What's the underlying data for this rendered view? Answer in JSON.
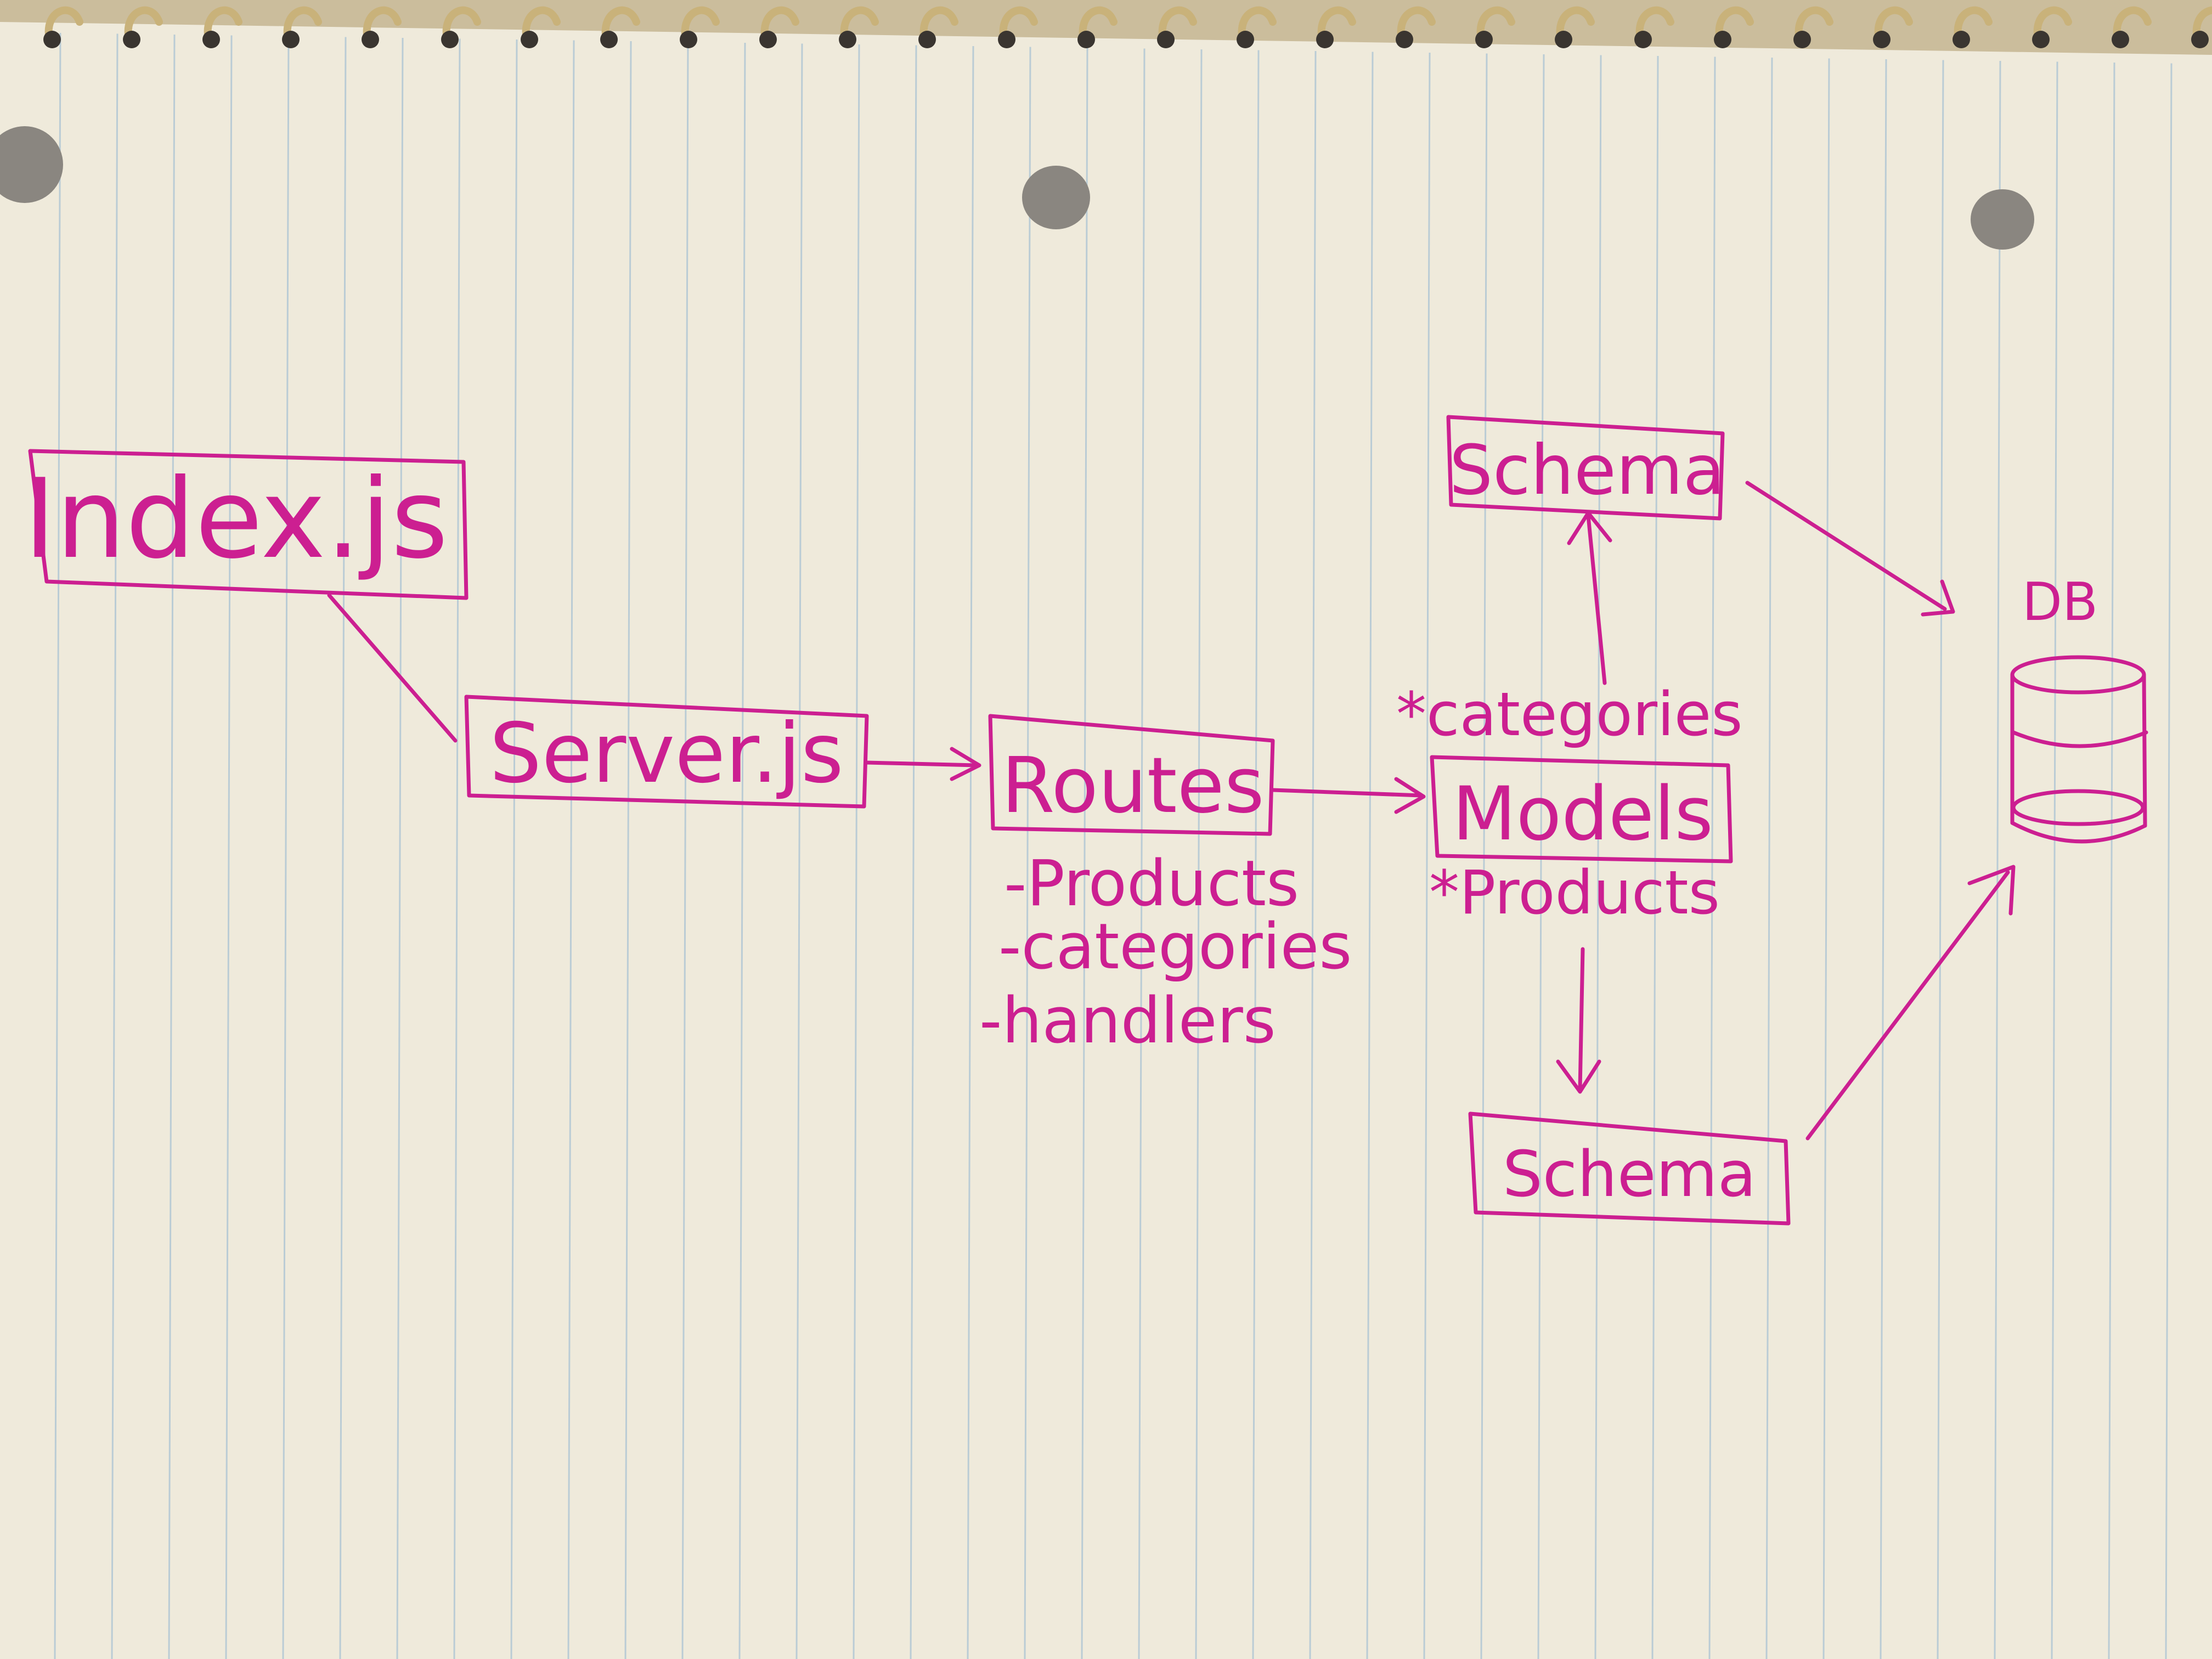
{
  "colors": {
    "ink": "#cc1f91",
    "paper": "#efeadb",
    "rule_line": "#a9c2d3",
    "desk": "#cbbd9c",
    "spiral": "#c9b27a"
  },
  "nodes": {
    "index": "Index.js",
    "server": "Server.js",
    "routes": "Routes",
    "models": "Models",
    "schema_top": "Schema",
    "schema_bottom": "Schema",
    "db": "DB"
  },
  "routes_list": [
    "-Products",
    "-categories",
    "-handlers"
  ],
  "model_labels": {
    "categories": "*categories",
    "products": "*Products"
  }
}
